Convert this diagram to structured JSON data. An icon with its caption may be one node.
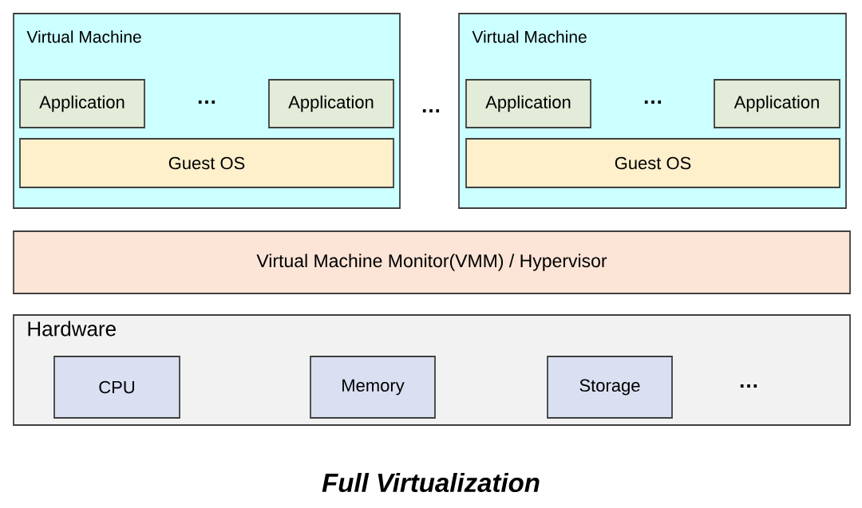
{
  "diagram": {
    "caption": "Full Virtualization",
    "nodes": [
      {
        "text": [
          "Virtual Machine"
        ]
      },
      {
        "text": [
          "Application"
        ],
        "in": 0
      },
      {
        "text": [
          "Application"
        ],
        "in": 0
      },
      {
        "text": [
          "Guest OS"
        ],
        "in": 0
      },
      {
        "text": [
          "Virtual Machine"
        ]
      },
      {
        "text": [
          "Application"
        ],
        "in": 4
      },
      {
        "text": [
          "Application"
        ],
        "in": 4
      },
      {
        "text": [
          "Guest OS"
        ],
        "in": 4
      },
      {
        "text": [
          "Virtual Machine Monitor(VMM) / Hypervisor"
        ]
      },
      {
        "text": [
          "Hardware"
        ]
      },
      {
        "text": [
          "CPU"
        ],
        "in": 9
      },
      {
        "text": [
          "Memory"
        ],
        "in": 9
      },
      {
        "text": [
          "Storage"
        ],
        "in": 9
      }
    ],
    "labels": [
      "…",
      "…",
      "…",
      "…"
    ]
  }
}
